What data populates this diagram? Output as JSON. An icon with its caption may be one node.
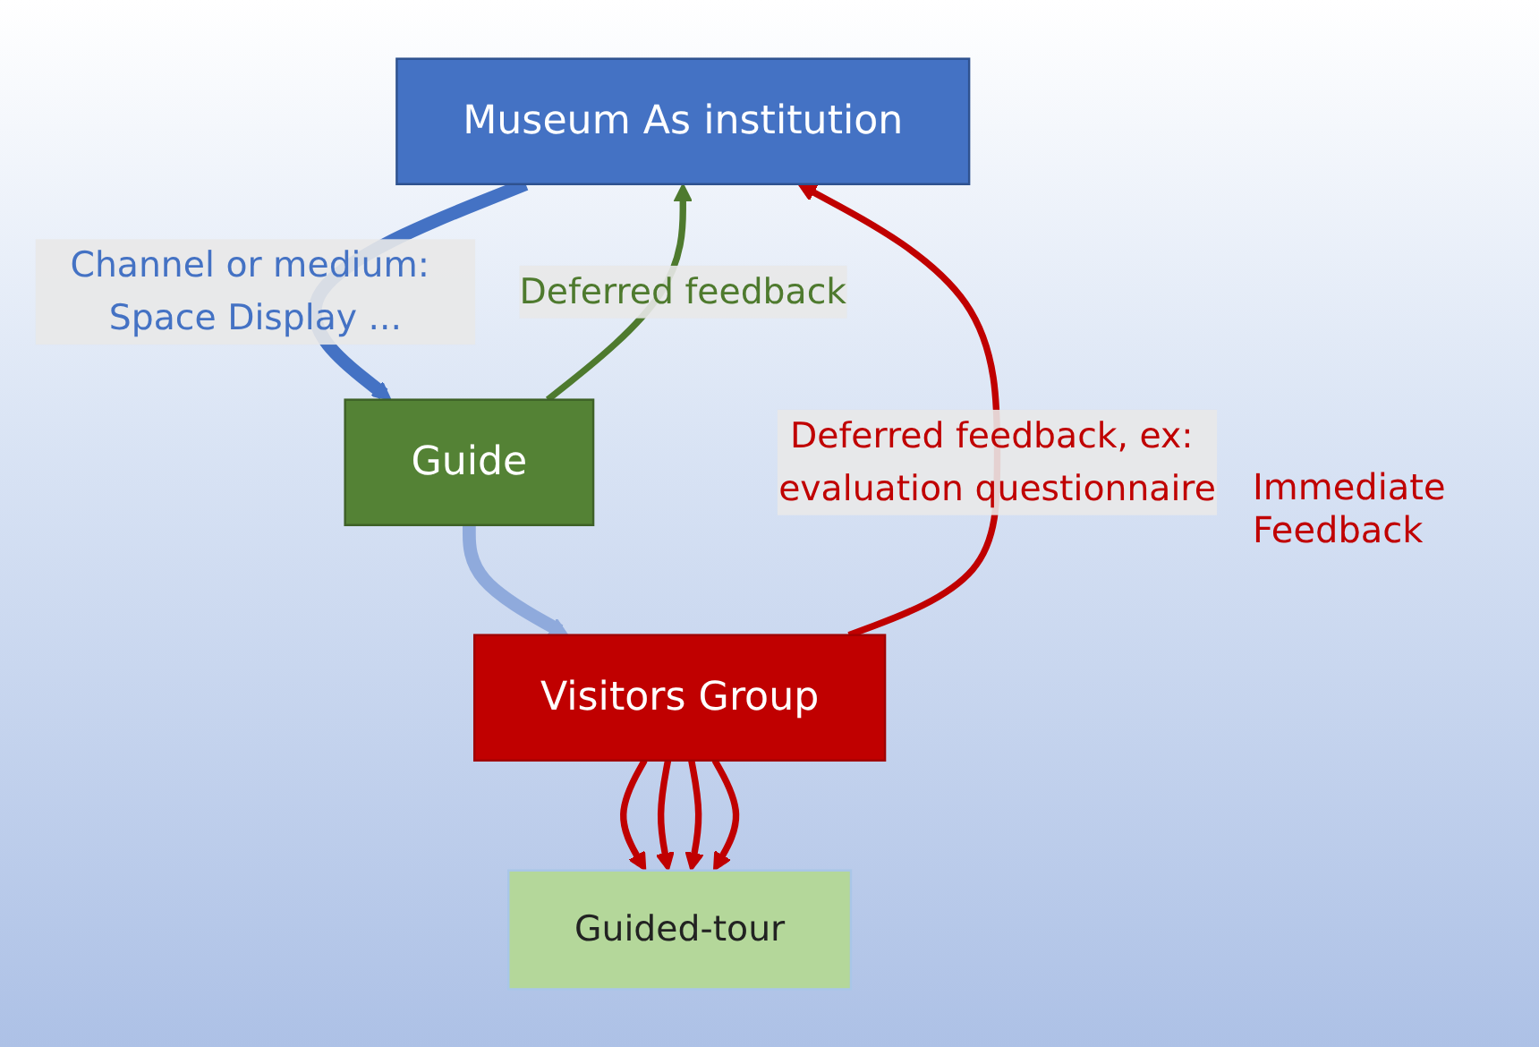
{
  "diagram": {
    "nodes": [
      {
        "text": [
          "Museum As institution"
        ]
      },
      {
        "text": [
          "Guide"
        ]
      },
      {
        "text": [
          "Guided-tour"
        ]
      },
      {
        "text": [
          "Visitors Group"
        ]
      }
    ],
    "edges": [
      {
        "from": 0,
        "to": 1,
        "arrow": "to",
        "style": "thick",
        "color": "#4472c4",
        "label": "Channel or medium: Space Display ..."
      },
      {
        "from": 1,
        "to": 0,
        "arrow": "to",
        "color": "#4e7a2e",
        "label": "Deferred feedback"
      },
      {
        "from": 1,
        "to": 3,
        "arrow": "to",
        "style": "thick",
        "color": "#8faadc"
      },
      {
        "from": 3,
        "to": 0,
        "arrow": "to",
        "label": "Deferred feedback, ex: evaluation questionnaire"
      },
      {
        "from": 3,
        "to": 2,
        "arrow": "to"
      },
      {
        "from": 3,
        "to": 2,
        "arrow": "to"
      },
      {
        "from": 3,
        "to": 2,
        "arrow": "to"
      },
      {
        "from": 3,
        "to": 2,
        "arrow": "to"
      }
    ],
    "labels": [
      "Immediate Feedback"
    ]
  }
}
